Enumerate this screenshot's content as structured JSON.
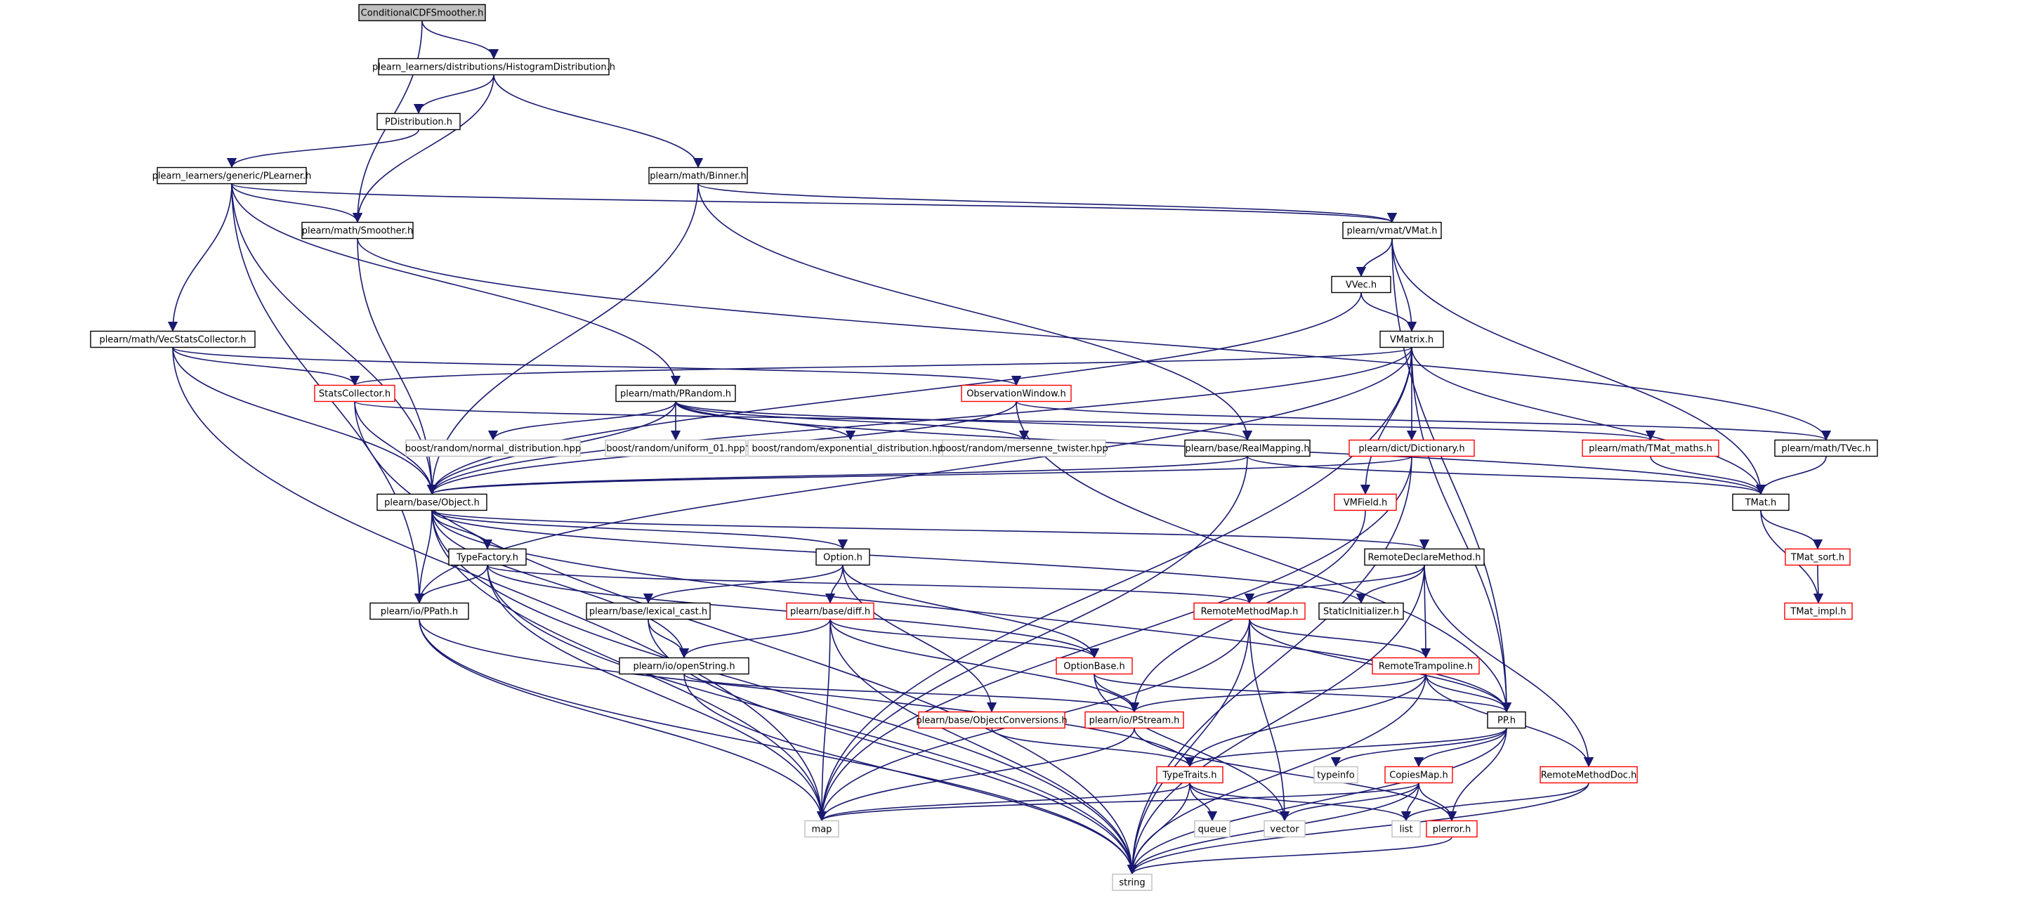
{
  "diagram": {
    "nodes": [
      {
        "id": "n0",
        "label": "ConditionalCDFSmoother.h",
        "style": "root"
      },
      {
        "id": "n1",
        "label": "plearn_learners/distributions/HistogramDistribution.h",
        "style": "normal"
      },
      {
        "id": "n2",
        "label": "PDistribution.h",
        "style": "normal"
      },
      {
        "id": "n3",
        "label": "plearn_learners/generic/PLearner.h",
        "style": "normal"
      },
      {
        "id": "n4",
        "label": "plearn/math/Binner.h",
        "style": "normal"
      },
      {
        "id": "n5",
        "label": "plearn/math/Smoother.h",
        "style": "normal"
      },
      {
        "id": "n6",
        "label": "plearn/vmat/VMat.h",
        "style": "normal"
      },
      {
        "id": "n7",
        "label": "VVec.h",
        "style": "normal"
      },
      {
        "id": "n8",
        "label": "plearn/math/VecStatsCollector.h",
        "style": "normal"
      },
      {
        "id": "n9",
        "label": "VMatrix.h",
        "style": "normal"
      },
      {
        "id": "n10",
        "label": "StatsCollector.h",
        "style": "red"
      },
      {
        "id": "n11",
        "label": "plearn/math/PRandom.h",
        "style": "normal"
      },
      {
        "id": "n12",
        "label": "ObservationWindow.h",
        "style": "red"
      },
      {
        "id": "n13",
        "label": "boost/random/normal_distribution.hpp",
        "style": "gray"
      },
      {
        "id": "n14",
        "label": "boost/random/uniform_01.hpp",
        "style": "gray"
      },
      {
        "id": "n15",
        "label": "boost/random/exponential_distribution.hpp",
        "style": "gray"
      },
      {
        "id": "n16",
        "label": "boost/random/mersenne_twister.hpp",
        "style": "gray"
      },
      {
        "id": "n17",
        "label": "plearn/base/RealMapping.h",
        "style": "normal"
      },
      {
        "id": "n18",
        "label": "plearn/dict/Dictionary.h",
        "style": "red"
      },
      {
        "id": "n19",
        "label": "plearn/math/TMat_maths.h",
        "style": "red"
      },
      {
        "id": "n20",
        "label": "plearn/math/TVec.h",
        "style": "normal"
      },
      {
        "id": "n21",
        "label": "plearn/base/Object.h",
        "style": "normal"
      },
      {
        "id": "n22",
        "label": "VMField.h",
        "style": "red"
      },
      {
        "id": "n23",
        "label": "TMat.h",
        "style": "normal"
      },
      {
        "id": "n24",
        "label": "TypeFactory.h",
        "style": "normal"
      },
      {
        "id": "n25",
        "label": "Option.h",
        "style": "normal"
      },
      {
        "id": "n26",
        "label": "RemoteDeclareMethod.h",
        "style": "normal"
      },
      {
        "id": "n27",
        "label": "TMat_sort.h",
        "style": "red"
      },
      {
        "id": "n28",
        "label": "plearn/io/PPath.h",
        "style": "normal"
      },
      {
        "id": "n29",
        "label": "plearn/base/lexical_cast.h",
        "style": "normal"
      },
      {
        "id": "n30",
        "label": "plearn/base/diff.h",
        "style": "red"
      },
      {
        "id": "n31",
        "label": "RemoteMethodMap.h",
        "style": "red"
      },
      {
        "id": "n32",
        "label": "StaticInitializer.h",
        "style": "normal"
      },
      {
        "id": "n33",
        "label": "TMat_impl.h",
        "style": "red"
      },
      {
        "id": "n34",
        "label": "plearn/io/openString.h",
        "style": "normal"
      },
      {
        "id": "n35",
        "label": "OptionBase.h",
        "style": "red"
      },
      {
        "id": "n36",
        "label": "RemoteTrampoline.h",
        "style": "red"
      },
      {
        "id": "n37",
        "label": "plearn/base/ObjectConversions.h",
        "style": "red"
      },
      {
        "id": "n38",
        "label": "plearn/io/PStream.h",
        "style": "red"
      },
      {
        "id": "n39",
        "label": "PP.h",
        "style": "normal"
      },
      {
        "id": "n40",
        "label": "typeinfo",
        "style": "gray"
      },
      {
        "id": "n41",
        "label": "TypeTraits.h",
        "style": "red"
      },
      {
        "id": "n42",
        "label": "CopiesMap.h",
        "style": "red"
      },
      {
        "id": "n43",
        "label": "RemoteMethodDoc.h",
        "style": "red"
      },
      {
        "id": "n44",
        "label": "map",
        "style": "gray"
      },
      {
        "id": "n45",
        "label": "queue",
        "style": "gray"
      },
      {
        "id": "n46",
        "label": "vector",
        "style": "gray"
      },
      {
        "id": "n47",
        "label": "list",
        "style": "gray"
      },
      {
        "id": "n48",
        "label": "plerror.h",
        "style": "red"
      },
      {
        "id": "n49",
        "label": "string",
        "style": "gray"
      }
    ],
    "edges": [
      [
        "n0",
        "n1"
      ],
      [
        "n0",
        "n5"
      ],
      [
        "n1",
        "n2"
      ],
      [
        "n1",
        "n5"
      ],
      [
        "n1",
        "n4"
      ],
      [
        "n2",
        "n3"
      ],
      [
        "n3",
        "n5"
      ],
      [
        "n3",
        "n6"
      ],
      [
        "n3",
        "n8"
      ],
      [
        "n3",
        "n11"
      ],
      [
        "n3",
        "n21"
      ],
      [
        "n3",
        "n28"
      ],
      [
        "n4",
        "n6"
      ],
      [
        "n4",
        "n17"
      ],
      [
        "n4",
        "n21"
      ],
      [
        "n5",
        "n21"
      ],
      [
        "n5",
        "n20"
      ],
      [
        "n6",
        "n7"
      ],
      [
        "n6",
        "n9"
      ],
      [
        "n6",
        "n23"
      ],
      [
        "n6",
        "n39"
      ],
      [
        "n7",
        "n9"
      ],
      [
        "n7",
        "n21"
      ],
      [
        "n8",
        "n10"
      ],
      [
        "n8",
        "n12"
      ],
      [
        "n8",
        "n21"
      ],
      [
        "n8",
        "n44"
      ],
      [
        "n9",
        "n10"
      ],
      [
        "n9",
        "n18"
      ],
      [
        "n9",
        "n22"
      ],
      [
        "n9",
        "n23"
      ],
      [
        "n9",
        "n39"
      ],
      [
        "n9",
        "n21"
      ],
      [
        "n9",
        "n28"
      ],
      [
        "n9",
        "n44"
      ],
      [
        "n10",
        "n21"
      ],
      [
        "n10",
        "n19"
      ],
      [
        "n10",
        "n49"
      ],
      [
        "n11",
        "n13"
      ],
      [
        "n11",
        "n14"
      ],
      [
        "n11",
        "n15"
      ],
      [
        "n11",
        "n16"
      ],
      [
        "n11",
        "n17"
      ],
      [
        "n11",
        "n21"
      ],
      [
        "n11",
        "n23"
      ],
      [
        "n12",
        "n21"
      ],
      [
        "n12",
        "n20"
      ],
      [
        "n12",
        "n39"
      ],
      [
        "n17",
        "n21"
      ],
      [
        "n17",
        "n23"
      ],
      [
        "n17",
        "n44"
      ],
      [
        "n18",
        "n21"
      ],
      [
        "n18",
        "n49"
      ],
      [
        "n18",
        "n44"
      ],
      [
        "n19",
        "n23"
      ],
      [
        "n20",
        "n23"
      ],
      [
        "n21",
        "n24"
      ],
      [
        "n21",
        "n25"
      ],
      [
        "n21",
        "n26"
      ],
      [
        "n21",
        "n28"
      ],
      [
        "n21",
        "n34"
      ],
      [
        "n21",
        "n32"
      ],
      [
        "n21",
        "n39"
      ],
      [
        "n21",
        "n44"
      ],
      [
        "n21",
        "n49"
      ],
      [
        "n22",
        "n38"
      ],
      [
        "n23",
        "n27"
      ],
      [
        "n23",
        "n33"
      ],
      [
        "n24",
        "n28"
      ],
      [
        "n24",
        "n35"
      ],
      [
        "n24",
        "n31"
      ],
      [
        "n24",
        "n44"
      ],
      [
        "n24",
        "n49"
      ],
      [
        "n25",
        "n29"
      ],
      [
        "n25",
        "n30"
      ],
      [
        "n25",
        "n35"
      ],
      [
        "n25",
        "n37"
      ],
      [
        "n26",
        "n31"
      ],
      [
        "n26",
        "n32"
      ],
      [
        "n26",
        "n36"
      ],
      [
        "n26",
        "n43"
      ],
      [
        "n26",
        "n49"
      ],
      [
        "n27",
        "n33"
      ],
      [
        "n28",
        "n41"
      ],
      [
        "n28",
        "n44"
      ],
      [
        "n28",
        "n49"
      ],
      [
        "n29",
        "n34"
      ],
      [
        "n29",
        "n49"
      ],
      [
        "n30",
        "n34"
      ],
      [
        "n30",
        "n35"
      ],
      [
        "n30",
        "n38"
      ],
      [
        "n30",
        "n44"
      ],
      [
        "n30",
        "n49"
      ],
      [
        "n31",
        "n36"
      ],
      [
        "n31",
        "n39"
      ],
      [
        "n31",
        "n44"
      ],
      [
        "n31",
        "n46"
      ],
      [
        "n31",
        "n49"
      ],
      [
        "n34",
        "n38"
      ],
      [
        "n34",
        "n49"
      ],
      [
        "n35",
        "n38"
      ],
      [
        "n35",
        "n39"
      ],
      [
        "n35",
        "n46"
      ],
      [
        "n36",
        "n38"
      ],
      [
        "n36",
        "n39"
      ],
      [
        "n36",
        "n41"
      ],
      [
        "n36",
        "n43"
      ],
      [
        "n36",
        "n49"
      ],
      [
        "n37",
        "n41"
      ],
      [
        "n38",
        "n44"
      ],
      [
        "n38",
        "n48"
      ],
      [
        "n39",
        "n40"
      ],
      [
        "n39",
        "n41"
      ],
      [
        "n39",
        "n42"
      ],
      [
        "n39",
        "n48"
      ],
      [
        "n39",
        "n49"
      ],
      [
        "n41",
        "n44"
      ],
      [
        "n41",
        "n45"
      ],
      [
        "n41",
        "n46"
      ],
      [
        "n41",
        "n47"
      ],
      [
        "n41",
        "n49"
      ],
      [
        "n42",
        "n44"
      ],
      [
        "n42",
        "n46"
      ],
      [
        "n42",
        "n47"
      ],
      [
        "n42",
        "n48"
      ],
      [
        "n42",
        "n49"
      ],
      [
        "n43",
        "n47"
      ],
      [
        "n43",
        "n49"
      ],
      [
        "n48",
        "n49"
      ]
    ]
  }
}
